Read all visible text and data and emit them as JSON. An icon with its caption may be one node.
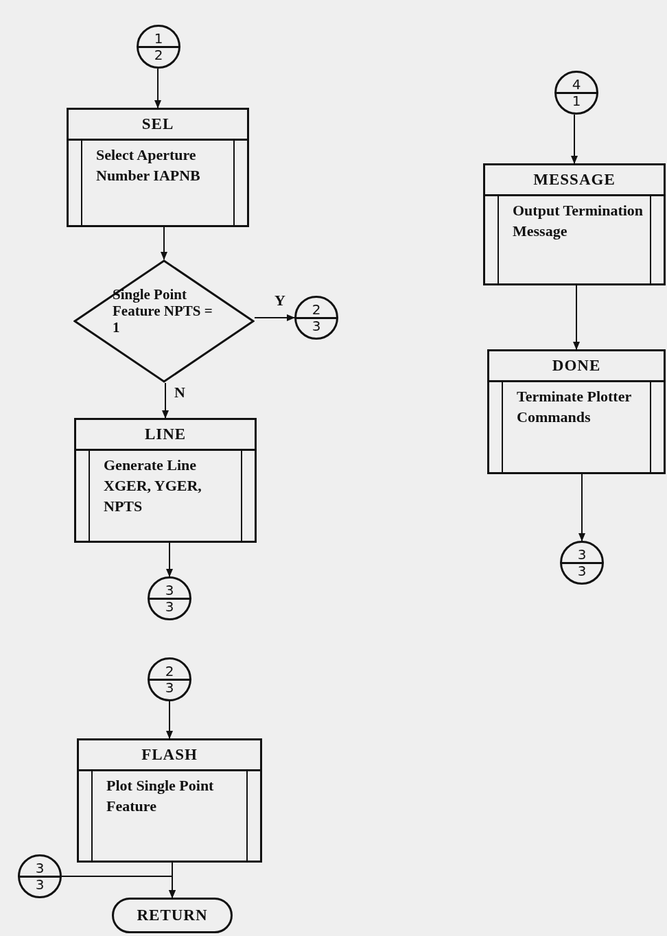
{
  "diagram": {
    "nodes": [
      {
        "text": [
          "1",
          "2"
        ]
      },
      {
        "text": [
          "SEL",
          "Select Aperture Number IAPNB"
        ]
      },
      {
        "text": [
          "Single Point Feature NPTS = 1"
        ]
      },
      {
        "text": [
          "2",
          "3"
        ]
      },
      {
        "text": [
          "LINE",
          "Generate Line XGER, YGER, NPTS"
        ]
      },
      {
        "text": [
          "3",
          "3"
        ]
      },
      {
        "text": [
          "2",
          "3"
        ]
      },
      {
        "text": [
          "FLASH",
          "Plot Single Point Feature"
        ]
      },
      {
        "text": [
          "3",
          "3"
        ]
      },
      {
        "text": [
          "RETURN"
        ]
      },
      {
        "text": [
          "4",
          "1"
        ]
      },
      {
        "text": [
          "MESSAGE",
          "Output Termination Message"
        ]
      },
      {
        "text": [
          "DONE",
          "Terminate Plotter Commands"
        ]
      },
      {
        "text": [
          "3",
          "3"
        ]
      }
    ],
    "edges": [
      {
        "from": 0,
        "to": 1,
        "arrow": "to"
      },
      {
        "from": 1,
        "to": 2,
        "arrow": "to"
      },
      {
        "from": 2,
        "to": 3,
        "arrow": "to",
        "label": "Y"
      },
      {
        "from": 2,
        "to": 4,
        "arrow": "to",
        "label": "N"
      },
      {
        "from": 4,
        "to": 5,
        "arrow": "to"
      },
      {
        "from": 6,
        "to": 7,
        "arrow": "to"
      },
      {
        "from": 7,
        "to": 9,
        "arrow": "to"
      },
      {
        "from": 8,
        "to": 9,
        "arrow": "to"
      },
      {
        "from": 10,
        "to": 11,
        "arrow": "to"
      },
      {
        "from": 11,
        "to": 12,
        "arrow": "to"
      },
      {
        "from": 12,
        "to": 13,
        "arrow": "to"
      }
    ]
  }
}
